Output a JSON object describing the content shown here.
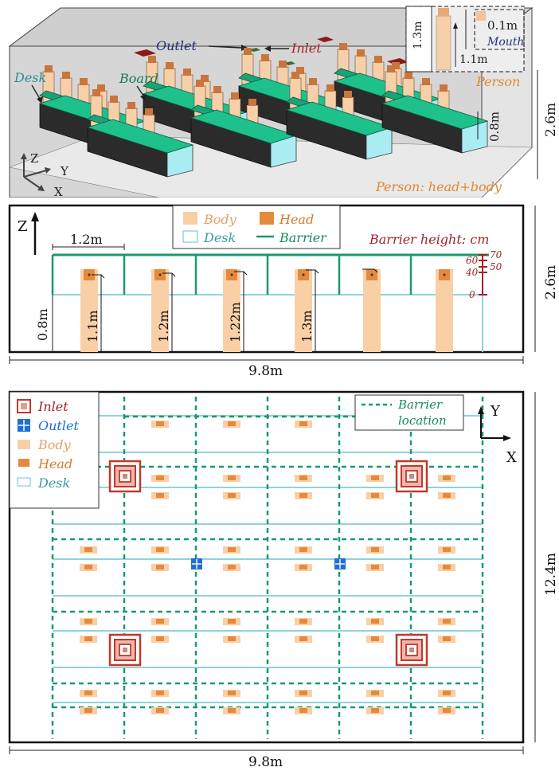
{
  "panel_3d": {
    "labels": {
      "outlet": "Outlet",
      "inlet": "Inlet",
      "desk": "Desk",
      "board": "Board",
      "person": "Person",
      "mouth": "Mouth",
      "person_def": "Person: head+body"
    },
    "dims": {
      "room_height": "2.6m",
      "desk_height": "0.8m",
      "head_size": "0.1m",
      "person_height": "1.3m",
      "mouth_height": "1.1m"
    },
    "axes": {
      "z": "Z",
      "y": "Y",
      "x": "X"
    },
    "colors": {
      "barrier": "#1aa37a",
      "body": "#f7cfa8",
      "head": "#c8753e",
      "desk": "#a9ecf2",
      "inlet": "#8b1a1a"
    }
  },
  "panel_side": {
    "axis_z": "Z",
    "legend": {
      "body": "Body",
      "head": "Head",
      "desk": "Desk",
      "barrier": "Barrier"
    },
    "barrier_height_title": "Barrier height: cm",
    "barrier_ticks": [
      "70",
      "60",
      "50",
      "40",
      "0"
    ],
    "spacing_label": "1.2m",
    "desk_height_label": "0.8m",
    "person_heights": [
      "1.1m",
      "1.2m",
      "1.22m",
      "1.3m"
    ],
    "height_label": "2.6m",
    "width_label": "9.8m"
  },
  "panel_plan": {
    "legend": {
      "inlet": "Inlet",
      "outlet": "Outlet",
      "body": "Body",
      "head": "Head",
      "desk": "Desk"
    },
    "barrier_legend": [
      "Barrier",
      "location"
    ],
    "axes": {
      "y": "Y",
      "x": "X"
    },
    "height_label": "12.4m",
    "width_label": "9.8m",
    "colors": {
      "inlet": "#c0392b",
      "outlet": "#1f6fd1",
      "barrier": "#1a9a6c",
      "desk": "#8fd3df",
      "body": "#f9cfa6",
      "head": "#e58a3c"
    }
  }
}
